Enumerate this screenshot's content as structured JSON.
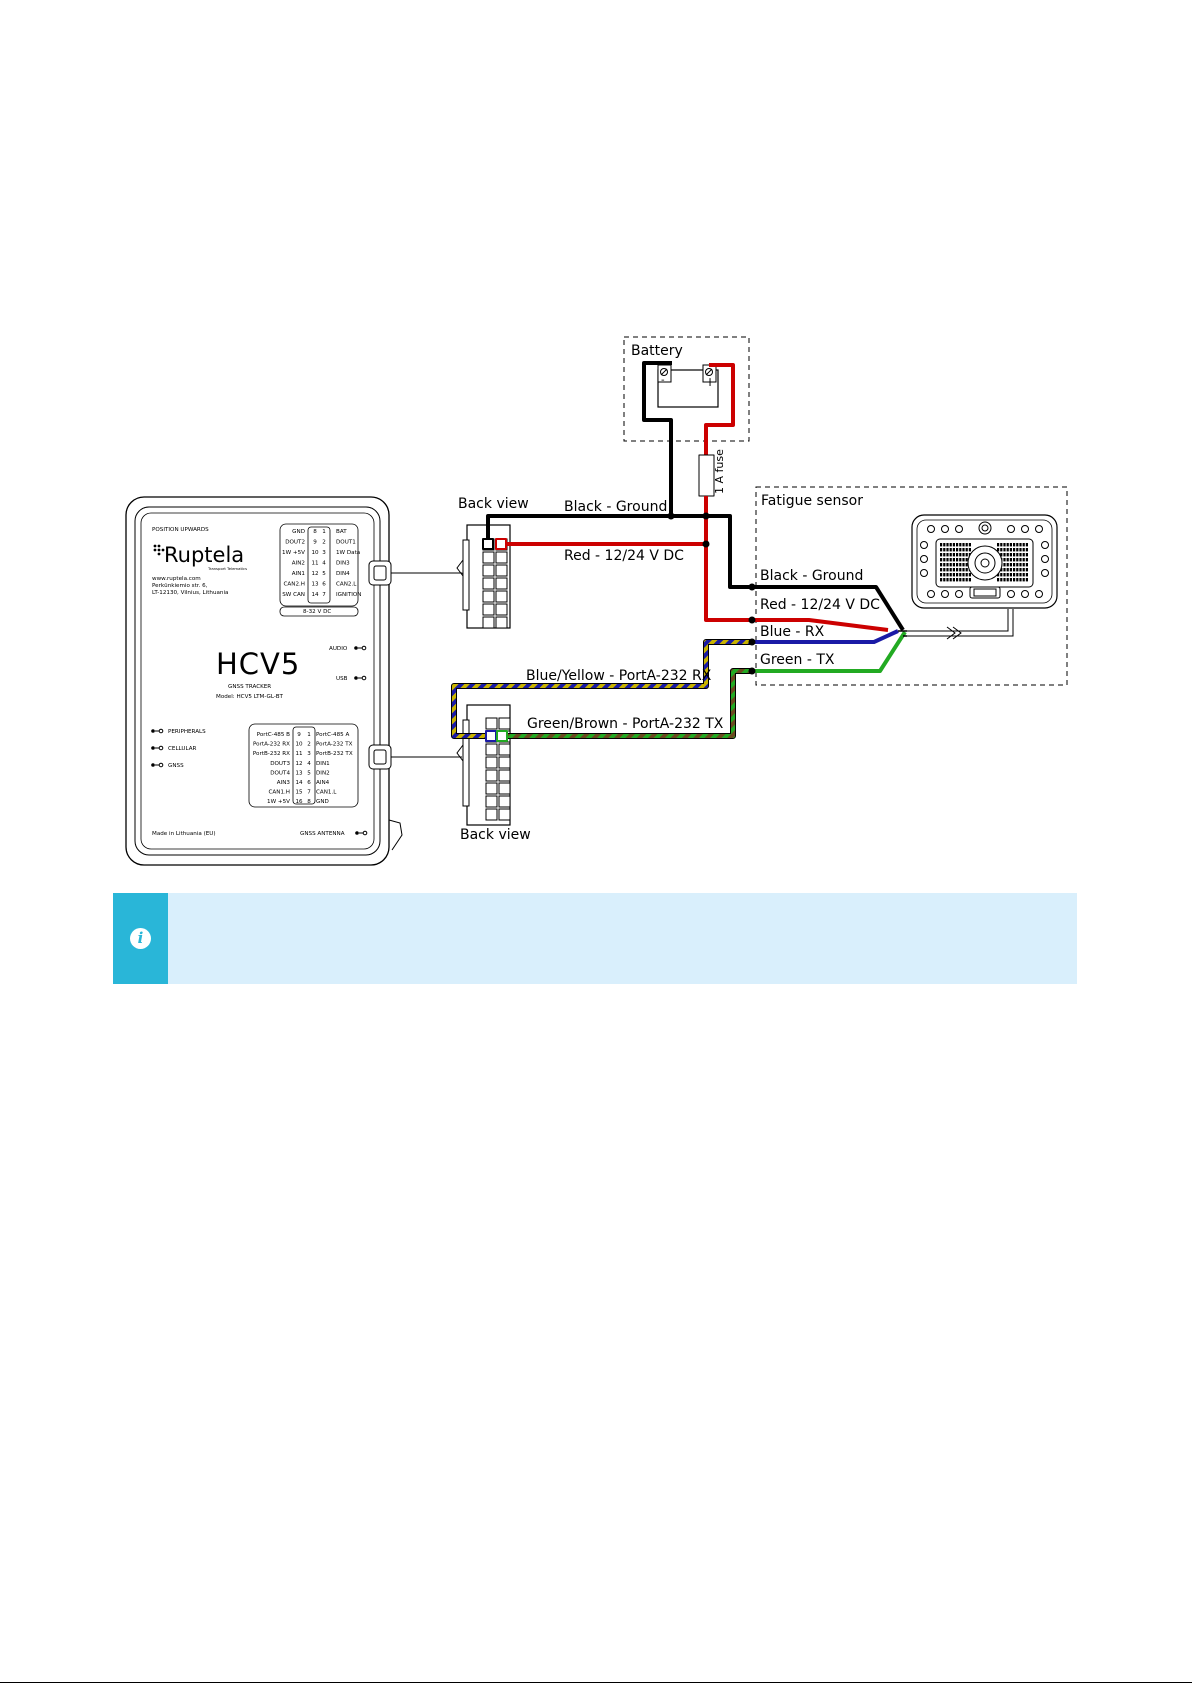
{
  "diagram": {
    "battery": {
      "label": "Battery",
      "minus": "-",
      "plus": "+"
    },
    "fuse": {
      "label": "1 A fuse"
    },
    "fatigue_sensor": {
      "label": "Fatigue sensor"
    },
    "back_view_top": "Back view",
    "back_view_bottom": "Back view",
    "wires": {
      "black_ground_top": "Black - Ground",
      "red_top": "Red - 12/24 V DC",
      "black_ground_sensor": "Black - Ground",
      "red_sensor": "Red - 12/24 V DC",
      "blue_rx": "Blue - RX",
      "green_tx": "Green - TX",
      "blue_yellow": "Blue/Yellow - PortA-232 RX",
      "green_brown": "Green/Brown - PortA-232 TX"
    },
    "device": {
      "position": "POSITION UPWARDS",
      "brand": "Ruptela",
      "brand_sub": "Transport Telematics",
      "web": "www.ruptela.com",
      "addr1": "Perkūnkiemio str. 6,",
      "addr2": "LT-12130, Vilnius, Lithuania",
      "model_name": "HCV5",
      "tracker": "GNSS TRACKER",
      "model": "Model: HCV5 LTM-GL-BT",
      "ports": {
        "audio": "AUDIO",
        "usb": "USB",
        "peripherals": "PERIPHERALS",
        "cellular": "CELLULAR",
        "gnss": "GNSS",
        "antenna": "GNSS ANTENNA"
      },
      "made_in": "Made in Lithuania (EU)",
      "power_note": "8-32 V DC",
      "top_connector": {
        "left": [
          "GND",
          "DOUT2",
          "1W +5V",
          "AIN2",
          "AIN1",
          "CAN2.H",
          "SW CAN"
        ],
        "n_left": [
          "8",
          "9",
          "10",
          "11",
          "12",
          "13",
          "14"
        ],
        "n_right": [
          "1",
          "2",
          "3",
          "4",
          "5",
          "6",
          "7"
        ],
        "right": [
          "BAT",
          "DOUT1",
          "1W Data",
          "DIN3",
          "DIN4",
          "CAN2.L",
          "IGNITION"
        ]
      },
      "bottom_connector": {
        "left": [
          "PortC-485 B",
          "PortA-232 RX",
          "PortB-232 RX",
          "DOUT3",
          "DOUT4",
          "AIN3",
          "CAN1.H",
          "1W +5V"
        ],
        "n_left": [
          "9",
          "10",
          "11",
          "12",
          "13",
          "14",
          "15",
          "16"
        ],
        "n_right": [
          "1",
          "2",
          "3",
          "4",
          "5",
          "6",
          "7",
          "8"
        ],
        "right": [
          "PortC-485 A",
          "PortA-232 TX",
          "PortB-232 TX",
          "DIN1",
          "DIN2",
          "AIN4",
          "CAN1.L",
          "GND"
        ]
      }
    }
  },
  "note": {
    "icon": "info-icon",
    "text": ""
  },
  "colors": {
    "black_wire": "#000000",
    "red_wire": "#cc0000",
    "blue_wire": "#1a1aa6",
    "green_wire": "#22aa22",
    "yellow": "#c9b400",
    "brown": "#6b4a1f",
    "info_bg": "#d9effc",
    "info_accent": "#29b6d8"
  }
}
